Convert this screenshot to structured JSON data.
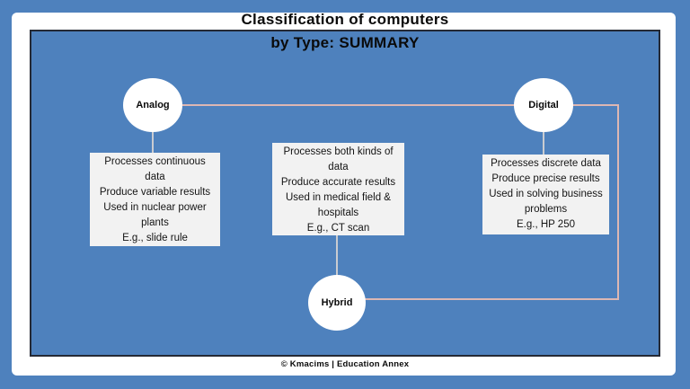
{
  "slide": {
    "title": "Classification of computers",
    "subtitle": "by Type: SUMMARY",
    "footer": "© Kmacims | Education Annex"
  },
  "colors": {
    "background_blue": "#4e81bd",
    "frame_white": "#ffffff",
    "panel_border_dark": "#252a35",
    "connector_pink": "#ddb7b3",
    "connector_gray": "#c9ccd1",
    "node_fill": "#ffffff",
    "box_fill": "#f2f2f2",
    "text_black": "#0a0a0a"
  },
  "nodes": [
    {
      "id": "analog",
      "label": "Analog"
    },
    {
      "id": "digital",
      "label": "Digital"
    },
    {
      "id": "hybrid",
      "label": "Hybrid"
    }
  ],
  "boxes": [
    {
      "for": "analog",
      "text": "Processes continuous\ndata\nProduce variable results\nUsed in nuclear power\nplants\nE.g., slide rule"
    },
    {
      "for": "hybrid",
      "text": "Processes both kinds of\ndata\nProduce accurate results\nUsed in medical field &\nhospitals\nE.g., CT scan"
    },
    {
      "for": "digital",
      "text": "Processes discrete data\nProduce precise results\nUsed in solving business\nproblems\nE.g., HP 250"
    }
  ]
}
